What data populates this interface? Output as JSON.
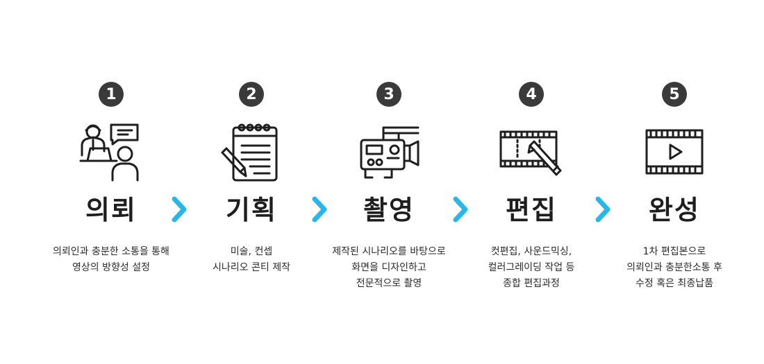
{
  "accent_color": "#29b6e8",
  "badge_color": "#3a3a3a",
  "steps": [
    {
      "number": "1",
      "icon": "consultation-icon",
      "title": "의뢰",
      "desc": [
        "의뢰인과 충분한 소통을 통해",
        "영상의 방향성 설정"
      ]
    },
    {
      "number": "2",
      "icon": "notepad-pencil-icon",
      "title": "기획",
      "desc": [
        "미술, 컨셉",
        "시나리오 콘티 제작"
      ]
    },
    {
      "number": "3",
      "icon": "video-camera-icon",
      "title": "촬영",
      "desc": [
        "제작된 시나리오를 바탕으로",
        "화면을 디자인하고",
        "전문적으로 촬영"
      ]
    },
    {
      "number": "4",
      "icon": "film-edit-icon",
      "title": "편집",
      "desc": [
        "컷편집, 사운드믹싱,",
        "컬러그레이딩 작업 등",
        "종합 편집과정"
      ]
    },
    {
      "number": "5",
      "icon": "film-play-icon",
      "title": "완성",
      "desc": [
        "1차 편집본으로",
        "의뢰인과 충분한소통 후",
        "수정 혹은 최종납품"
      ]
    }
  ]
}
